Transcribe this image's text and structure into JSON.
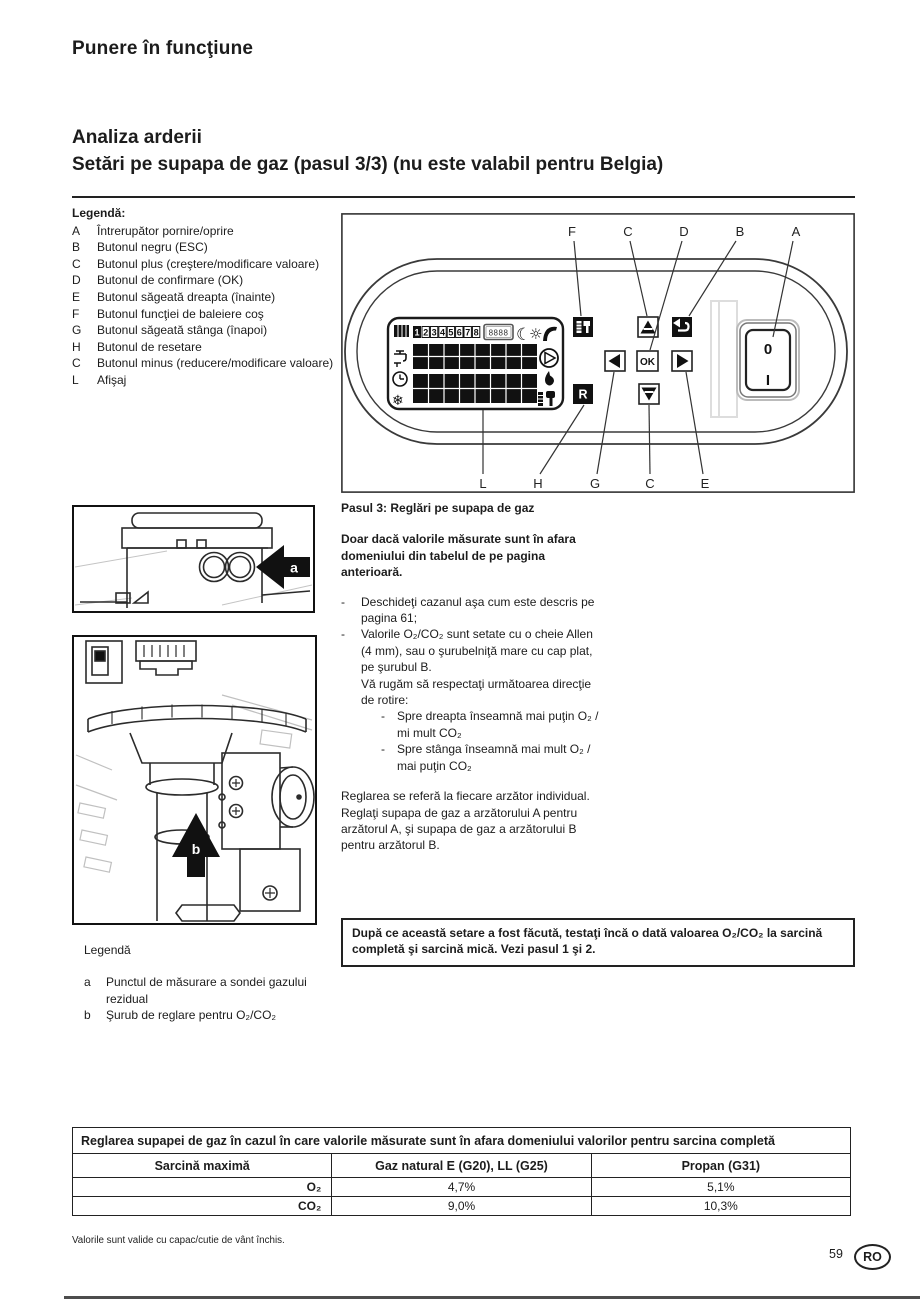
{
  "page": {
    "kicker": "Punere în funcţiune",
    "title_line1": "Analiza arderii",
    "title_line2": "Setări pe supapa de gaz (pasul 3/3) (nu este valabil pentru Belgia)",
    "footnote": "Valorile sunt valide cu capac/cutie de vânt închis.",
    "page_number": "59",
    "lang_badge": "RO"
  },
  "legend": {
    "heading": "Legendă:",
    "items": [
      {
        "key": "A",
        "label": "Întrerupător pornire/oprire"
      },
      {
        "key": "B",
        "label": "Butonul negru (ESC)"
      },
      {
        "key": "C",
        "label": "Butonul plus (creştere/modificare valoare)"
      },
      {
        "key": "D",
        "label": "Butonul de confirmare (OK)"
      },
      {
        "key": "E",
        "label": "Butonul săgeată dreapta (înainte)"
      },
      {
        "key": "F",
        "label": "Butonul funcţiei de baleiere coş"
      },
      {
        "key": "G",
        "label": "Butonul săgeată stânga (înapoi)"
      },
      {
        "key": "H",
        "label": "Butonul de resetare"
      },
      {
        "key": "C2",
        "key_display": "C",
        "label": "Butonul minus (reducere/modificare valoare)"
      },
      {
        "key": "L",
        "label": "Afişaj"
      }
    ]
  },
  "panel": {
    "labels_top": [
      "F",
      "C",
      "D",
      "B",
      "A"
    ],
    "labels_bottom": [
      "L",
      "H",
      "G",
      "C",
      "E"
    ],
    "ok_label": "OK",
    "reset_label": "R",
    "switch_off": "0",
    "switch_on": "I",
    "display_digits": [
      "1",
      "2",
      "3",
      "4",
      "5",
      "6",
      "7",
      "8"
    ],
    "lcd_segments": "8888",
    "icons": {
      "moon": "☾",
      "sun": "☼",
      "snowflake": "❄"
    }
  },
  "figures": {
    "photo_a_marker": "a",
    "photo_b_marker": "b"
  },
  "step": {
    "dash": "-",
    "heading": "Pasul 3: Reglări pe supapa de gaz",
    "intro": "Doar dacă valorile măsurate sunt în afara domeniului din tabelul de pe pagina  anterioară.",
    "bullet1": "Deschideţi cazanul aşa cum este descris pe pagina 61;",
    "bullet2": "Valorile O₂/CO₂ sunt setate cu o cheie Allen (4 mm), sau o şurubelniţă mare cu cap plat, pe şurubul B.",
    "bullet2b": "Vă rugăm să respectaţi următoarea direcţie de rotire:",
    "sub1": "Spre dreapta înseamnă mai puţin O₂ / mi mult CO₂",
    "sub2": "Spre stânga înseamnă mai mult O₂ / mai puţin CO₂",
    "paragraph": "Reglarea se referă la fiecare arzător individual. Reglaţi supapa de gaz a arzătorului A pentru arzătorul A, şi supapa de gaz a arzătorului B pentru arzătorul B.",
    "note": "După ce această setare a fost făcută, testaţi încă o dată valoarea O₂/CO₂ la sarcină completă şi sarcină mică. Vezi pasul 1 şi 2."
  },
  "sub_legend": {
    "heading": "Legendă",
    "items": [
      {
        "key": "a",
        "label": "Punctul de măsurare a sondei gazului rezidual"
      },
      {
        "key": "b",
        "label": "Şurub de reglare pentru O₂/CO₂"
      }
    ]
  },
  "table": {
    "title": "Reglarea supapei de gaz în cazul în care valorile măsurate sunt în afara domeniului valorilor pentru sarcina completă",
    "headers": [
      "Sarcină maximă",
      "Gaz natural E (G20), LL (G25)",
      "Propan (G31)"
    ],
    "rows": [
      [
        "O₂",
        "4,7%",
        "5,1%"
      ],
      [
        "CO₂",
        "9,0%",
        "10,3%"
      ]
    ]
  }
}
